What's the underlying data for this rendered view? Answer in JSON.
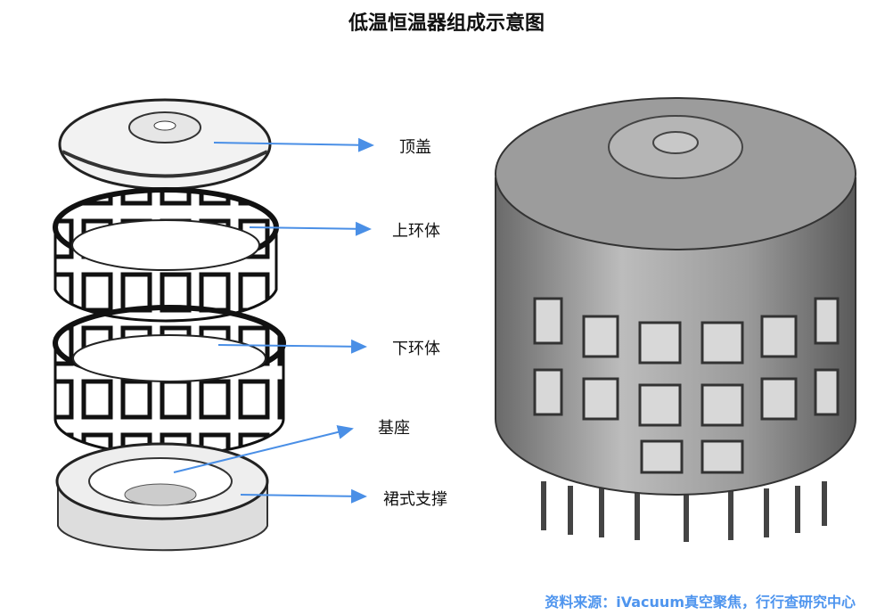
{
  "title": "低温恒温器组成示意图",
  "labels": {
    "top_cover": "顶盖",
    "upper_ring": "上环体",
    "lower_ring": "下环体",
    "base": "基座",
    "skirt_support": "裙式支撑"
  },
  "source": "资料来源：iVacuum真空聚焦，行行查研究中心",
  "colors": {
    "arrow": "#4a8fe6",
    "source": "#4f95ee"
  }
}
